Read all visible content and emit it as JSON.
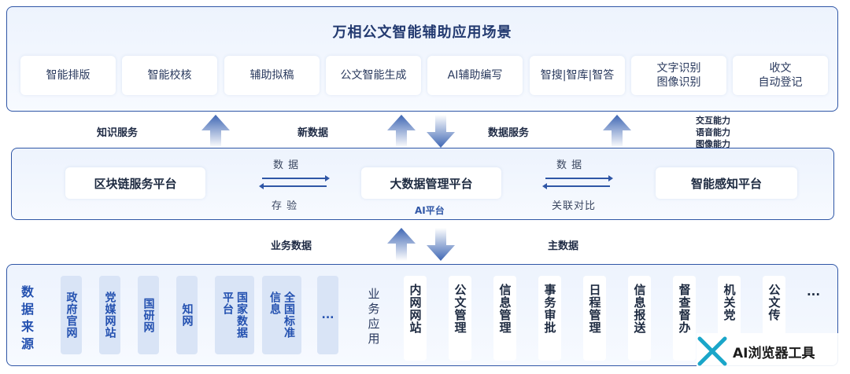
{
  "scenarios": {
    "title": "万相公文智能辅助应用场景",
    "items": [
      "智能排版",
      "智能校核",
      "辅助拟稿",
      "公文智能生成",
      "AI辅助编写",
      "智搜|智库|智答",
      "文字识别\n图像识别",
      "收文\n自动登记"
    ]
  },
  "flow_labels": {
    "knowledge_service": "知识服务",
    "new_data": "新数据",
    "data_service": "数据服务",
    "capabilities": [
      "交互能力",
      "语音能力",
      "图像能力"
    ],
    "business_data": "业务数据",
    "master_data": "主数据"
  },
  "platforms": {
    "blockchain": "区块链服务平台",
    "big_data": "大数据管理平台",
    "perception": "智能感知平台",
    "ai_platform": "AI平台",
    "left_top": "数 据",
    "left_bottom": "存 验",
    "right_top": "数 据",
    "right_bottom": "关联对比"
  },
  "sources": {
    "title": "数据来源",
    "items": [
      "政府官网",
      "党媒网站",
      "国研网",
      "知网",
      "国家数据\n平台",
      "全国标准\n信息",
      "..."
    ]
  },
  "business": {
    "title": "业务应用",
    "items": [
      "内网网站",
      "公文管理",
      "信息管理",
      "事务审批",
      "日程管理",
      "信息报送",
      "督查督办",
      "机关党",
      "公文传",
      "..."
    ]
  },
  "watermark": {
    "text": "AI浏览器工具"
  },
  "colors": {
    "accent": "#2f56a6",
    "tile": "#d9e4f6",
    "source_text": "#2451b0"
  }
}
